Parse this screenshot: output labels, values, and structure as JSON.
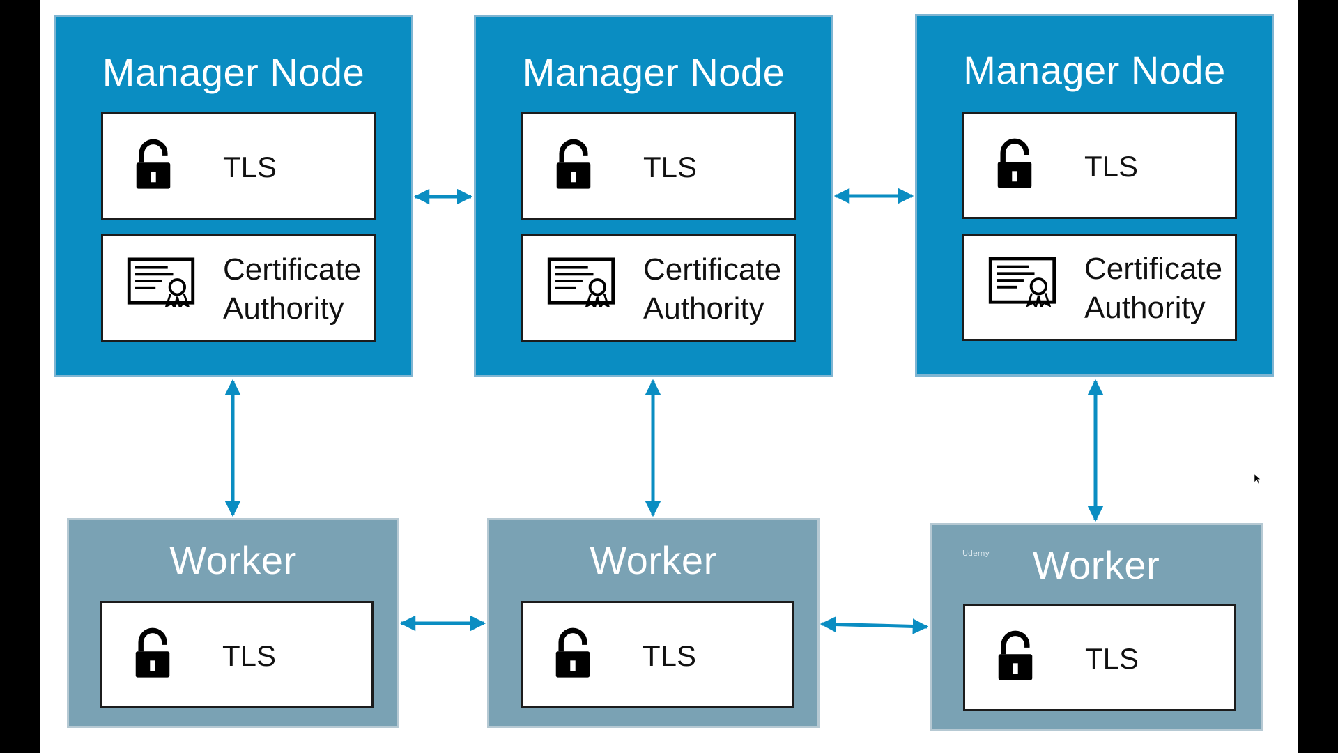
{
  "colors": {
    "manager_bg": "#0a8dc2",
    "worker_bg": "#7aa2b4",
    "arrow": "#0a8dc2",
    "card_border": "#1c1c1c"
  },
  "managers": [
    {
      "title": "Manager Node",
      "tls_label": "TLS",
      "ca_line1": "Certificate",
      "ca_line2": "Authority"
    },
    {
      "title": "Manager Node",
      "tls_label": "TLS",
      "ca_line1": "Certificate",
      "ca_line2": "Authority"
    },
    {
      "title": "Manager Node",
      "tls_label": "TLS",
      "ca_line1": "Certificate",
      "ca_line2": "Authority"
    }
  ],
  "workers": [
    {
      "title": "Worker",
      "tls_label": "TLS"
    },
    {
      "title": "Worker",
      "tls_label": "TLS"
    },
    {
      "title": "Worker",
      "tls_label": "TLS"
    }
  ],
  "watermark": "Udemy",
  "icons": {
    "lock": "padlock-icon",
    "certificate": "certificate-icon",
    "cursor": "mouse-cursor-icon"
  }
}
